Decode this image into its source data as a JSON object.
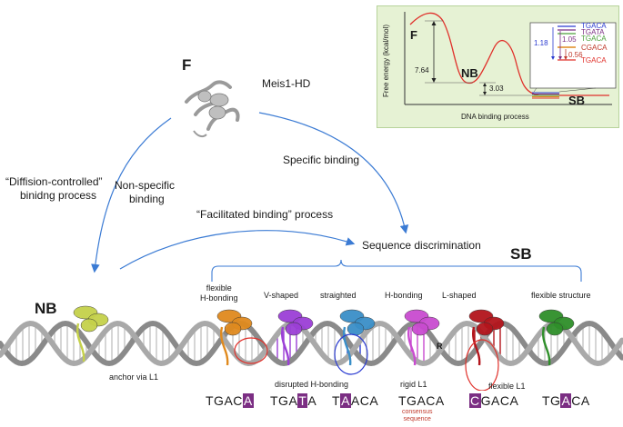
{
  "inset": {
    "y_axis_label": "Free energy (kcal/mol)",
    "x_axis_label": "DNA binding process",
    "state_F": "F",
    "state_NB": "NB",
    "state_SB": "SB",
    "barrier_F_NB": "7.64",
    "barrier_NB_SB": "3.03",
    "zoom_labels": {
      "val_105": "1.05",
      "val_118": "1.18",
      "val_056": "0.56"
    },
    "zoom_sequences": [
      {
        "text": "TGACA",
        "color": "#2a3bd1"
      },
      {
        "text": "TGATA",
        "color": "#7b2e83"
      },
      {
        "text": "TGACA",
        "color": "#4aa03a"
      },
      {
        "text": "CGACA",
        "color": "#c0392b"
      },
      {
        "text": "TGACA",
        "color": "#e0302a"
      }
    ],
    "colors": {
      "curve": "#e0302a",
      "blue": "#2a3bd1",
      "purple": "#7b2e83",
      "green": "#4aa03a",
      "orange": "#e08a1e"
    }
  },
  "pathway": {
    "free_state": "F",
    "protein_name": "Meis1-HD",
    "diffusion_label_1": "“Diffision-controlled”",
    "diffusion_label_2": "binidng process",
    "nonspecific_1": "Non-specific",
    "nonspecific_2": "binding",
    "specific": "Specific binding",
    "facilitated": "“Facilitated binding” process",
    "discrimination": "Sequence discrimination",
    "nb_label": "NB",
    "sb_label": "SB"
  },
  "dna_annotations": {
    "anchor": "anchor via L1",
    "flexible_hbond_1": "flexible",
    "flexible_hbond_2": "H-bonding",
    "v_shaped": "V-shaped",
    "straighted": "straighted",
    "h_bonding": "H-bonding",
    "l_shaped": "L-shaped",
    "flexible_structure": "flexible structure",
    "disrupted": "disrupted H-bonding",
    "rigid": "rigid L1",
    "flexible_l1": "flexible L1",
    "r_marker": "R"
  },
  "sequences": [
    {
      "pre": "TGAC",
      "hl": "A",
      "post": ""
    },
    {
      "pre": "TGA",
      "hl": "T",
      "post": "A"
    },
    {
      "pre": "T",
      "hl": "A",
      "post": "ACA"
    },
    {
      "pre": "TGACA",
      "hl": "",
      "post": ""
    },
    {
      "pre": "",
      "hl": "C",
      "post": "GACA"
    },
    {
      "pre": "TG",
      "hl": "A",
      "post": "CA"
    }
  ],
  "consensus_1": "consensus",
  "consensus_2": "sequence",
  "protein_colors": {
    "nb": "#c5d14a",
    "p1": "#e08a1e",
    "p2": "#9b3fd6",
    "p3": "#3a8fc8",
    "p4": "#c94bd0",
    "p5": "#b3151c",
    "p6": "#2f8f2a",
    "free": "#9a9a9a"
  }
}
